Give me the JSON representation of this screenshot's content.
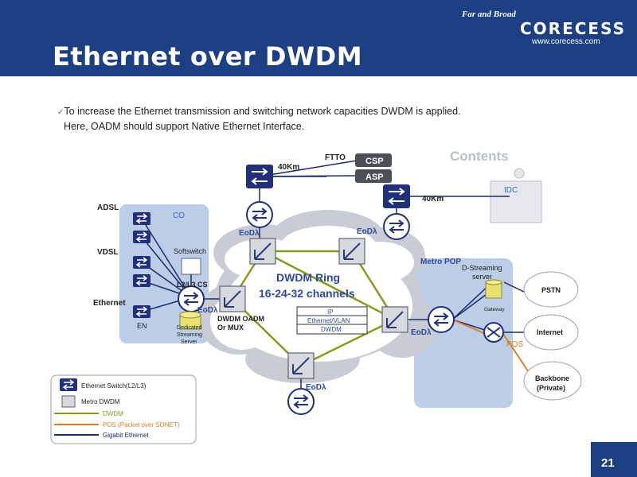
{
  "header": {
    "title": "Ethernet over DWDM",
    "tagline": "Far and Broad",
    "logo": "CORECESS",
    "url": "www.corecess.com"
  },
  "bullets": [
    "To increase the Ethernet transmission and switching network capacities DWDM is applied.",
    "Here, OADM should support Native Ethernet Interface."
  ],
  "diagram": {
    "contents_label": "Contents",
    "ring_title": "DWDM Ring",
    "ring_subtitle": "16-24-32 channels",
    "stack": [
      "IP",
      "Ethernet/VLAN",
      "DWDM"
    ],
    "co_label": "CO",
    "adsl": "ADSL",
    "vdsl": "VDSL",
    "ethernet": "Ethernet",
    "en": "EN",
    "softswitch": "Softswitch",
    "l2l3cs": "L2/L3 CS",
    "dedicated": [
      "Dedicated",
      "Streaming",
      "Server"
    ],
    "eod": "EoDλ",
    "oadm": [
      "DWDM OADM",
      "Or MUX"
    ],
    "ftto": "FTTO",
    "csp": "CSP",
    "asp": "ASP",
    "km40_top": "40Km",
    "km40_right": "40Km",
    "idc": "IDC",
    "metro_pop": "Metro POP",
    "dstreaming": [
      "D-Streaming",
      "server"
    ],
    "gateway": "Gateway",
    "pstn": "PSTN",
    "internet": "Internet",
    "backbone": [
      "Backbone",
      "(Private)"
    ],
    "pos": "POS"
  },
  "legend": {
    "switch": "Ethernet Switch(L2/L3)",
    "metro": "Metro DWDM",
    "dwdm": "DWDM",
    "pos": "POS (Packet over SONET)",
    "gige": "Gigabit Ethernet"
  },
  "colors": {
    "header": "#1d3f84",
    "dwdm": "#8a9a1e",
    "pos": "#e07a28",
    "gige": "#1c2c6c",
    "switch": "#20307a"
  },
  "page_number": "21"
}
